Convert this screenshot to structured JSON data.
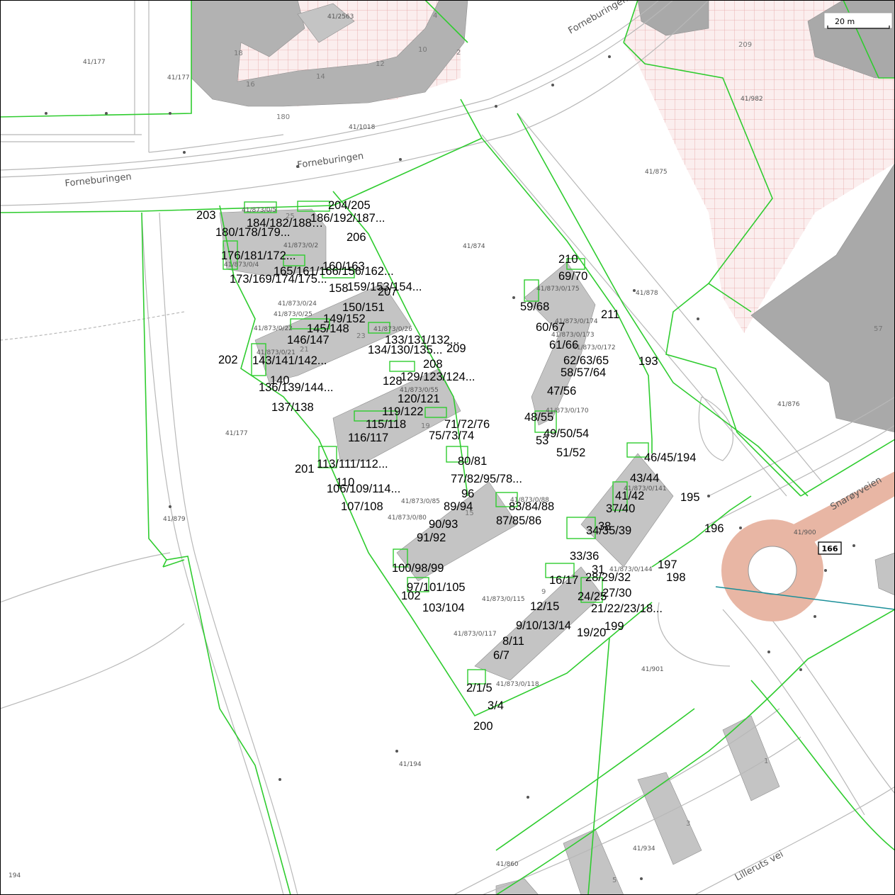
{
  "road_names": [
    "Forneburingen",
    "Forneburingen",
    "Forneburingen",
    "Snarøyveien",
    "Lilleruts vei"
  ],
  "road_shield": "166",
  "scale_bar": "20 m",
  "parcel_ids": [
    "41/2563",
    "41/177",
    "41/177",
    "41/1018",
    "41/874",
    "41/875",
    "41/982",
    "41/878",
    "41/876",
    "41/177",
    "41/879",
    "41/900",
    "41/901",
    "41/194",
    "41/934",
    "41/860",
    "194",
    "41/873/0/5",
    "41/873/0/2",
    "41/873/0/4",
    "41/873/0/24",
    "41/873/0/25",
    "41/873/0/22",
    "41/873/0/21",
    "41/873/0/26",
    "41/873/0/55",
    "41/873/0/175",
    "41/873/0/174",
    "41/873/0/173",
    "41/873/0/172",
    "41/873/0/170",
    "41/873/0/141",
    "41/873/0/144",
    "41/873/0/115",
    "41/873/0/118",
    "41/873/0/117",
    "41/873/0/85",
    "41/873/0/88",
    "41/873/0/80"
  ],
  "address_numbers": [
    "18",
    "16",
    "14",
    "12",
    "10",
    "4",
    "2",
    "180",
    "209",
    "57",
    "25",
    "23",
    "21",
    "19",
    "15",
    "9",
    "1",
    "3",
    "5"
  ],
  "unit_labels": [
    "204/205",
    "203",
    "184/182/188…",
    "186/192/187...",
    "180/178/179...",
    "206",
    "176/181/172...",
    "160/163",
    "165/161/166/156/162...",
    "173/169/174/175...",
    "158",
    "159/153/154...",
    "207",
    "150/151",
    "149/152",
    "145/148",
    "146/147",
    "133/131/132...",
    "134/130/135...",
    "209",
    "208",
    "202",
    "143/141/142...",
    "140",
    "136/139/144...",
    "128",
    "129/123/124...",
    "137/138",
    "120/121",
    "119/122",
    "115/118",
    "116/117",
    "71/72/76",
    "75/73/74",
    "80/81",
    "201",
    "113/111/112...",
    "110",
    "77/82/95/78...",
    "106/109/114...",
    "96",
    "107/108",
    "89/94",
    "83/84/88",
    "87/85/86",
    "90/93",
    "91/92",
    "100/98/99",
    "97/101/105",
    "102",
    "103/104",
    "210",
    "69/70",
    "59/68",
    "211",
    "60/67",
    "61/66",
    "62/63/65",
    "193",
    "58/57/64",
    "47/56",
    "48/55",
    "53",
    "49/50/54",
    "51/52",
    "46/45/194",
    "43/44",
    "41/42",
    "195",
    "37/40",
    "34/35/39",
    "38",
    "196",
    "33/36",
    "31",
    "197",
    "198",
    "28/29/32",
    "16/17",
    "24/25",
    "27/30",
    "12/15",
    "21/22/23/18...",
    "9/10/13/14",
    "19/20",
    "199",
    "8/11",
    "6/7",
    "2/1/5",
    "3/4",
    "200"
  ],
  "colors": {
    "parcel_boundary": "#2fcc2f",
    "building": "#c4c4c4",
    "building_dark": "#a9a9a9",
    "road_edge": "#b8b8b8",
    "hatch_area": "#f5d6d6",
    "roundabout": "#e8b6a4",
    "utility_line": "#1a8f99"
  }
}
